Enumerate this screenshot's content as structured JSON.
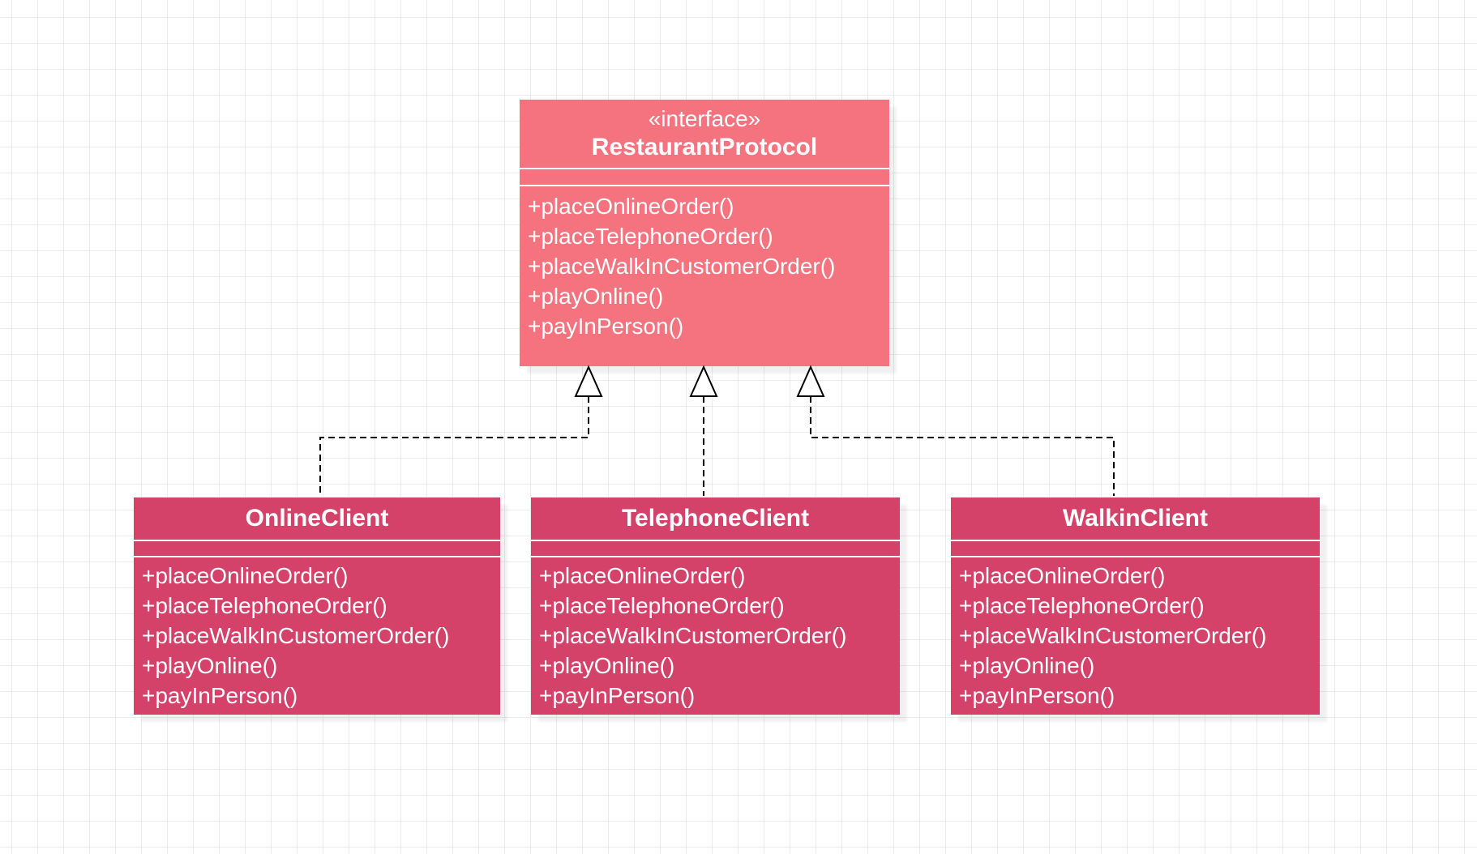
{
  "diagram": {
    "type": "uml-class-diagram",
    "relationship": "realization (implements, dashed line with hollow triangle)",
    "interface": {
      "stereotype": "«interface»",
      "name": "RestaurantProtocol",
      "methods": [
        "+placeOnlineOrder()",
        "+placeTelephoneOrder()",
        "+placeWalkInCustomerOrder()",
        "+playOnline()",
        "+payInPerson()"
      ]
    },
    "classes": [
      {
        "name": "OnlineClient",
        "methods": [
          "+placeOnlineOrder()",
          "+placeTelephoneOrder()",
          "+placeWalkInCustomerOrder()",
          "+playOnline()",
          "+payInPerson()"
        ]
      },
      {
        "name": "TelephoneClient",
        "methods": [
          "+placeOnlineOrder()",
          "+placeTelephoneOrder()",
          "+placeWalkInCustomerOrder()",
          "+playOnline()",
          "+payInPerson()"
        ]
      },
      {
        "name": "WalkinClient",
        "methods": [
          "+placeOnlineOrder()",
          "+placeTelephoneOrder()",
          "+placeWalkInCustomerOrder()",
          "+playOnline()",
          "+payInPerson()"
        ]
      }
    ],
    "colors": {
      "interface_fill": "#F5737F",
      "class_fill": "#D4426A",
      "text": "#FFFFFF",
      "separator": "#FFFFFF",
      "connector": "#000000",
      "grid_line": "#EBEBEB",
      "background": "#FFFFFF"
    }
  }
}
